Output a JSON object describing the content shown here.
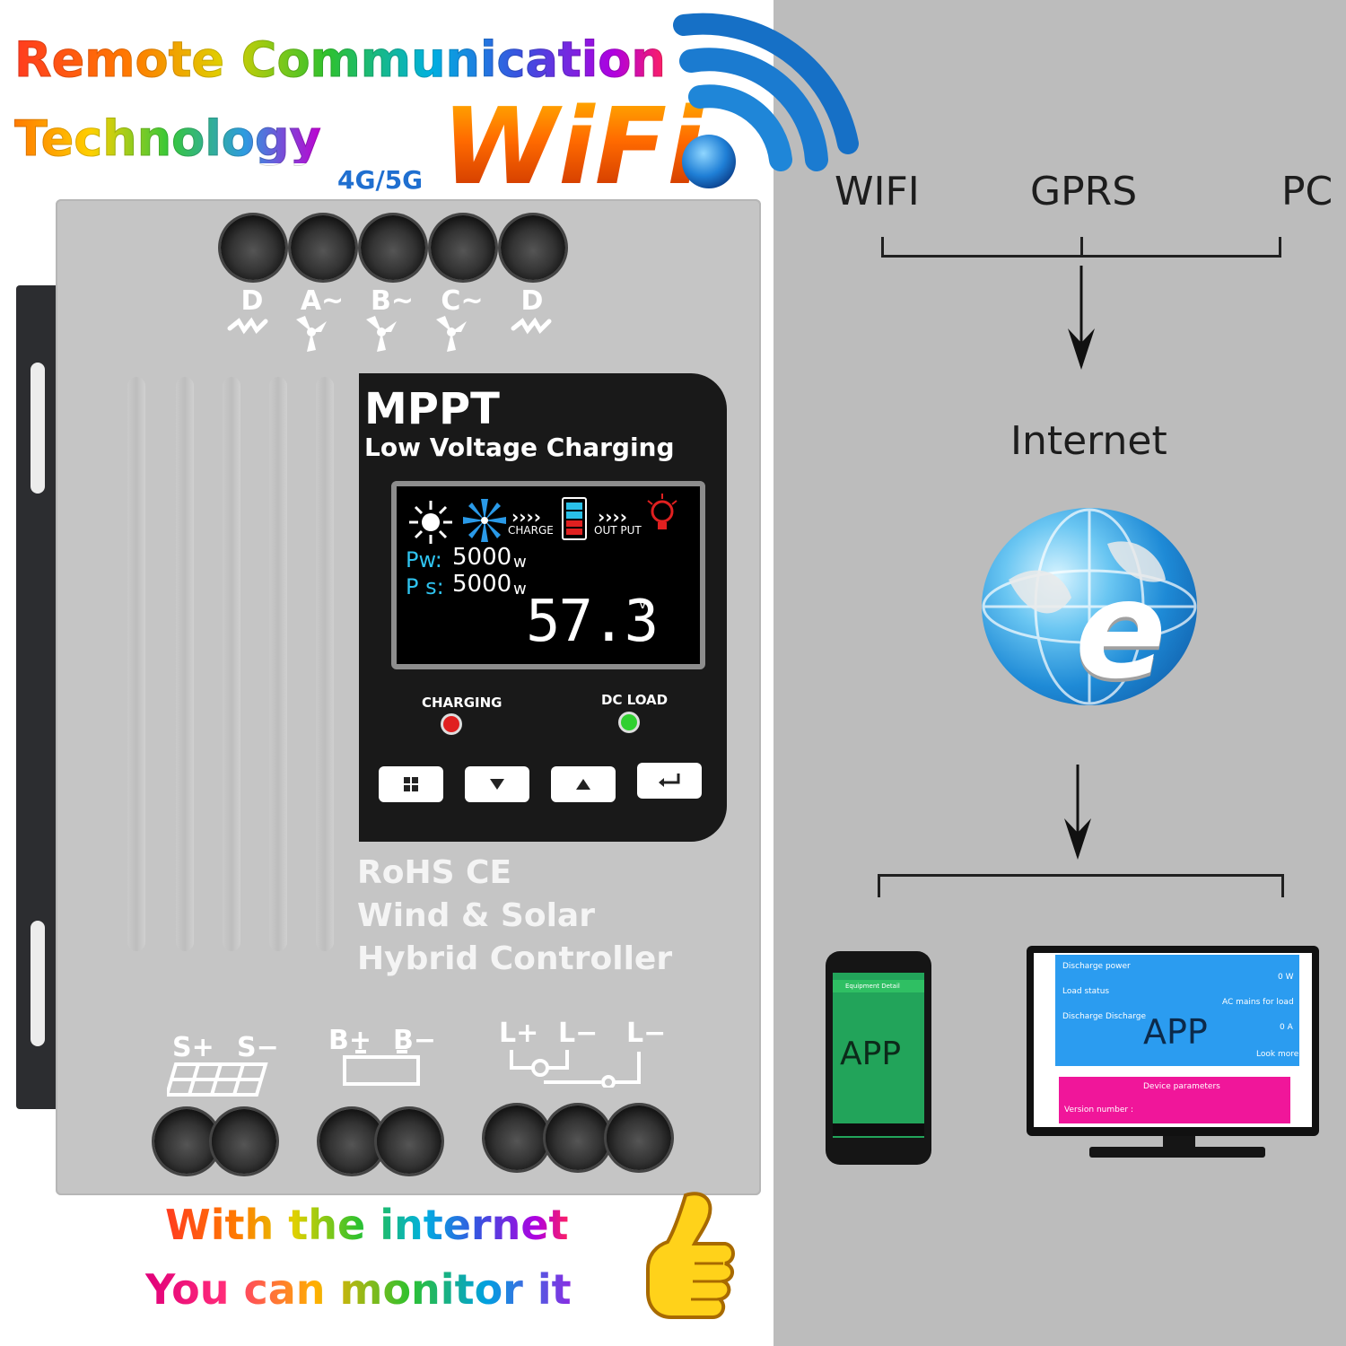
{
  "headline": {
    "line1": "Remote Communication",
    "line2": "Technology",
    "network": "4G/5G",
    "wifi": "WiFi"
  },
  "device": {
    "top_terminals": [
      "D",
      "A~",
      "B~",
      "C~",
      "D"
    ],
    "panel_title": "MPPT",
    "panel_subtitle": "Low Voltage Charging",
    "lcd": {
      "charge_label": "CHARGE",
      "output_label": "OUT PUT",
      "pw_label": "Pw:",
      "pw_value": "5000",
      "pw_unit": "w",
      "ps_label": "P s:",
      "ps_value": "5000",
      "ps_unit": "w",
      "voltage": "57.3",
      "voltage_unit": "v"
    },
    "indicators": {
      "charging": "CHARGING",
      "dc_load": "DC LOAD"
    },
    "brand": {
      "certs": "RoHS  CE",
      "line1": "Wind & Solar",
      "line2": "Hybrid  Controller"
    },
    "bottom_terminals": {
      "solar": [
        "S+",
        "S−"
      ],
      "battery": [
        "B+",
        "B−"
      ],
      "load": [
        "L+",
        "L−",
        "L−"
      ]
    }
  },
  "footer": {
    "line1": "With the internet",
    "line2": "You can monitor it"
  },
  "diagram": {
    "sources": [
      "WIFI",
      "GPRS",
      "PC"
    ],
    "hub": "Internet",
    "globe_letter": "e",
    "phone_app": "APP",
    "monitor_app": "APP",
    "monitor_rows": [
      "Discharge power",
      "0 W",
      "Load status",
      "AC mains for load",
      "Discharge  Discharge",
      "0 A",
      "Look more",
      "Device parameters",
      "Version number  :"
    ],
    "phone_header": "Equipment Detail"
  },
  "colors": {
    "right_bg": "#bcbcbc",
    "device_body": "#c5c5c5",
    "panel": "#191919",
    "led_charging": "#e02020",
    "led_load": "#30d030"
  }
}
